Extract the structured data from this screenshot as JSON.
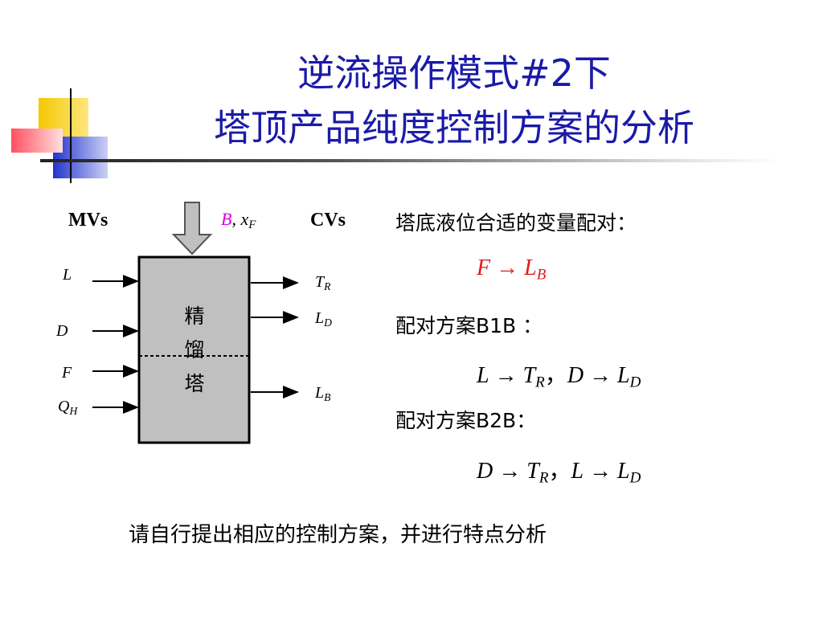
{
  "title": {
    "line1": "逆流操作模式#2下",
    "line2": "塔顶产品纯度控制方案的分析"
  },
  "diagram": {
    "mvs_label": "MVs",
    "cvs_label": "CVs",
    "feed_label": {
      "b": "B",
      "sep": ", ",
      "x": "x",
      "x_sub": "F"
    },
    "column_chars": [
      "精",
      "馏",
      "塔"
    ],
    "inputs": [
      {
        "name": "L",
        "sub": ""
      },
      {
        "name": "D",
        "sub": ""
      },
      {
        "name": "F",
        "sub": ""
      },
      {
        "name": "Q",
        "sub": "H"
      }
    ],
    "outputs": [
      {
        "name": "T",
        "sub": "R"
      },
      {
        "name": "L",
        "sub": "D"
      },
      {
        "name": "L",
        "sub": "B"
      }
    ]
  },
  "pairing": {
    "heading": "塔底液位合适的变量配对：",
    "basic": {
      "from": "F",
      "arrow": " → ",
      "to": "L",
      "to_sub": "B"
    },
    "b1b": {
      "label": "配对方案B1B ：",
      "p1_from": "L",
      "p1_to": "T",
      "p1_sub": "R",
      "sep": "，",
      "p2_from": "D",
      "p2_to": "L",
      "p2_sub": "D"
    },
    "b2b": {
      "label": "配对方案B2B：",
      "p1_from": "D",
      "p1_to": "T",
      "p1_sub": "R",
      "sep": "，",
      "p2_from": "L",
      "p2_to": "L",
      "p2_sub": "D"
    },
    "arrow": " → "
  },
  "footer": "请自行提出相应的控制方案，并进行特点分析",
  "colors": {
    "title": "#1a1aa8",
    "red": "#e3191c",
    "magenta": "#e000e0",
    "column_fill": "#c0c0c0",
    "deco_yellow": "#f5c800",
    "deco_blue": "#2233cc",
    "deco_red": "#ff5060"
  }
}
